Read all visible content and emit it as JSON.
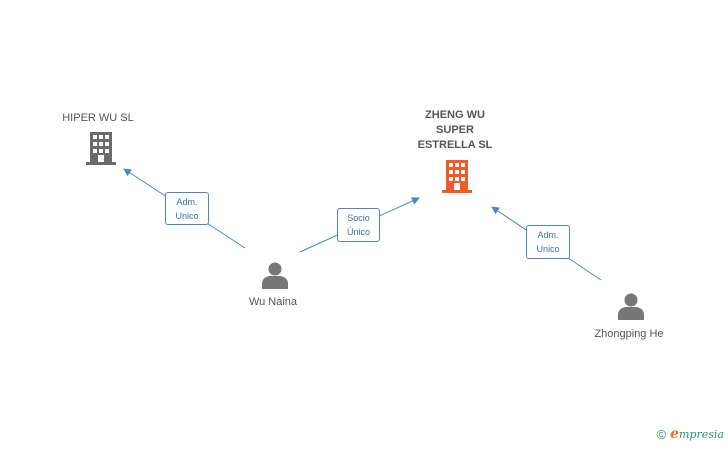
{
  "companies": {
    "hiper": {
      "name": "HIPER WU SL",
      "icon": "building-icon",
      "color": "#6b6b6b"
    },
    "zheng": {
      "name_lines": [
        "ZHENG WU",
        "SUPER",
        "ESTRELLA SL"
      ],
      "icon": "building-icon",
      "color": "#f05a28"
    }
  },
  "people": {
    "wu_naina": {
      "name": "Wu Naina",
      "icon": "person-icon"
    },
    "zhongping": {
      "name": "Zhongping He",
      "icon": "person-icon"
    }
  },
  "relations": {
    "wu_hiper": {
      "line1": "Adm.",
      "line2": "Unico"
    },
    "wu_zheng": {
      "line1": "Socio",
      "line2": "Único"
    },
    "zhong_zheng": {
      "line1": "Adm.",
      "line2": "Unico"
    }
  },
  "footer": {
    "copyright": "©",
    "brand_e": "e",
    "brand_rest": "mpresia"
  },
  "colors": {
    "arrow": "#4a86c8",
    "person": "#777777"
  }
}
